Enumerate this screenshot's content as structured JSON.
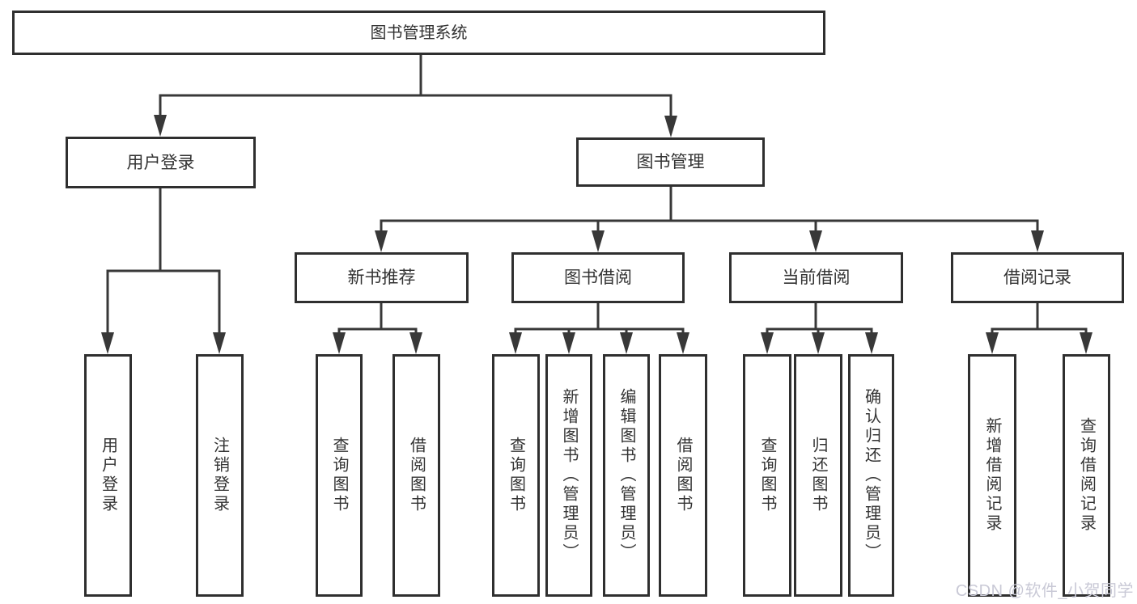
{
  "diagram": {
    "title": "图书管理系统",
    "watermark": "CSDN @软件_小贺同学",
    "colors": {
      "line": "#383838",
      "box_border": "#2f2f2f",
      "box_bg": "#ffffff",
      "text": "#333333",
      "watermark": "#c9c9d6"
    },
    "nodes": {
      "root": "图书管理系统",
      "user_login": "用户登录",
      "book_mgmt": "图书管理",
      "new_book_rec": "新书推荐",
      "book_borrow": "图书借阅",
      "current_borrow": "当前借阅",
      "borrow_records": "借阅记录",
      "leaf_user_login": "用户登录",
      "leaf_logout": "注销登录",
      "leaf_query_books_1": "查询图书",
      "leaf_borrow_books_1": "借阅图书",
      "leaf_query_books_2": "查询图书",
      "leaf_add_books": "新增图书（管理员）",
      "leaf_edit_books": "编辑图书（管理员）",
      "leaf_borrow_books_2": "借阅图书",
      "leaf_query_books_3": "查询图书",
      "leaf_return_books": "归还图书",
      "leaf_confirm_return": "确认归还（管理员）",
      "leaf_add_borrow_record": "新增借阅记录",
      "leaf_query_borrow_record": "查询借阅记录"
    },
    "edges": [
      [
        "root",
        "user_login"
      ],
      [
        "root",
        "book_mgmt"
      ],
      [
        "user_login",
        "leaf_user_login"
      ],
      [
        "user_login",
        "leaf_logout"
      ],
      [
        "book_mgmt",
        "new_book_rec"
      ],
      [
        "book_mgmt",
        "book_borrow"
      ],
      [
        "book_mgmt",
        "current_borrow"
      ],
      [
        "book_mgmt",
        "borrow_records"
      ],
      [
        "new_book_rec",
        "leaf_query_books_1"
      ],
      [
        "new_book_rec",
        "leaf_borrow_books_1"
      ],
      [
        "book_borrow",
        "leaf_query_books_2"
      ],
      [
        "book_borrow",
        "leaf_add_books"
      ],
      [
        "book_borrow",
        "leaf_edit_books"
      ],
      [
        "book_borrow",
        "leaf_borrow_books_2"
      ],
      [
        "current_borrow",
        "leaf_query_books_3"
      ],
      [
        "current_borrow",
        "leaf_return_books"
      ],
      [
        "current_borrow",
        "leaf_confirm_return"
      ],
      [
        "borrow_records",
        "leaf_add_borrow_record"
      ],
      [
        "borrow_records",
        "leaf_query_borrow_record"
      ]
    ]
  }
}
